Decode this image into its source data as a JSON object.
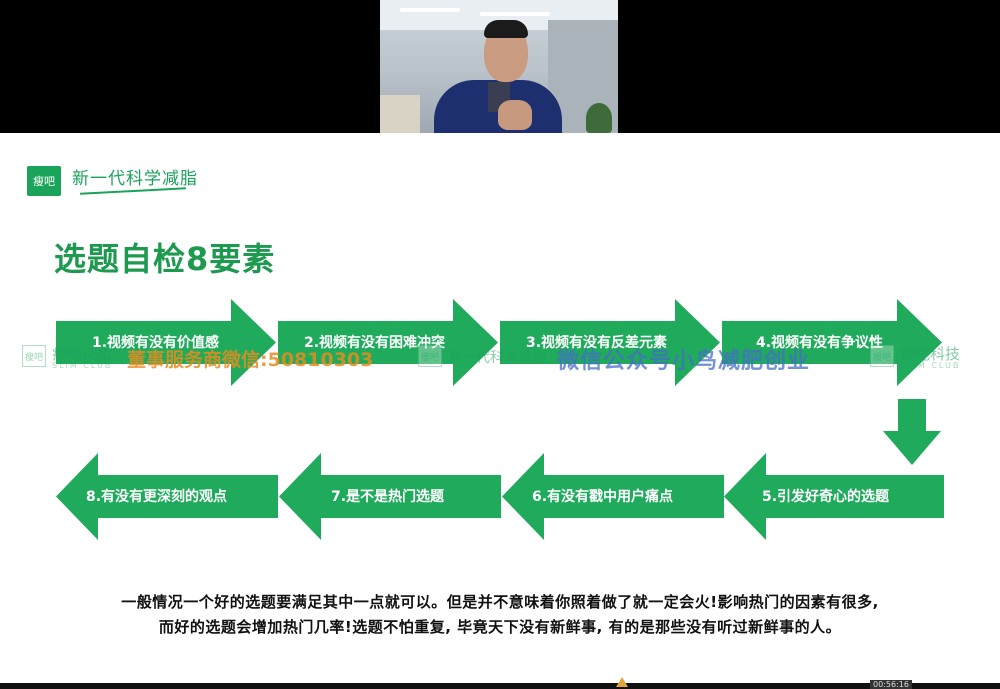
{
  "video": {
    "participant_icon": "presenter-video-tile"
  },
  "slide": {
    "logo_icon_text": "瘦吧",
    "logo_slogan": "新一代科学减脂",
    "title": "选题自检8要素",
    "row1": [
      {
        "label": "1.视频有没有价值感"
      },
      {
        "label": "2.视频有没有困难冲突"
      },
      {
        "label": "3.视频有没有反差元素"
      },
      {
        "label": "4.视频有没有争议性"
      }
    ],
    "row2": [
      {
        "label": "8.有没有更深刻的观点"
      },
      {
        "label": "7.是不是热门选题"
      },
      {
        "label": "6.有没有戳中用户痛点"
      },
      {
        "label": "5.引发好奇心的选题"
      }
    ],
    "body_line1": "一般情况一个好的选题要满足其中一点就可以。但是并不意味着你照着做了就一定会火!影响热门的因素有很多,",
    "body_line2": "而好的选题会增加热门几率!选题不怕重复, 毕竟天下没有新鲜事, 有的是那些没有听过新鲜事的人。"
  },
  "watermarks": {
    "left_logo": "瘦吧",
    "left_brand": "瘦吧减脂",
    "left_sub": "SLIM CLUB",
    "orange": "董事服务商微信:50810303",
    "mid_logo": "瘦吧",
    "mid_script": "新一代科学减脂",
    "blue": "微信公众号小鸟减肥创业",
    "right_logo": "瘦吧",
    "right_brand": "瘦吧科技",
    "right_sub": "SLIM CLUB"
  },
  "timestamp": "00:56:16",
  "colors": {
    "accent_green": "#1faa5c",
    "title_green": "#1d9a4f",
    "watermark_orange": "#e68c1e",
    "watermark_blue": "#466ec8"
  }
}
